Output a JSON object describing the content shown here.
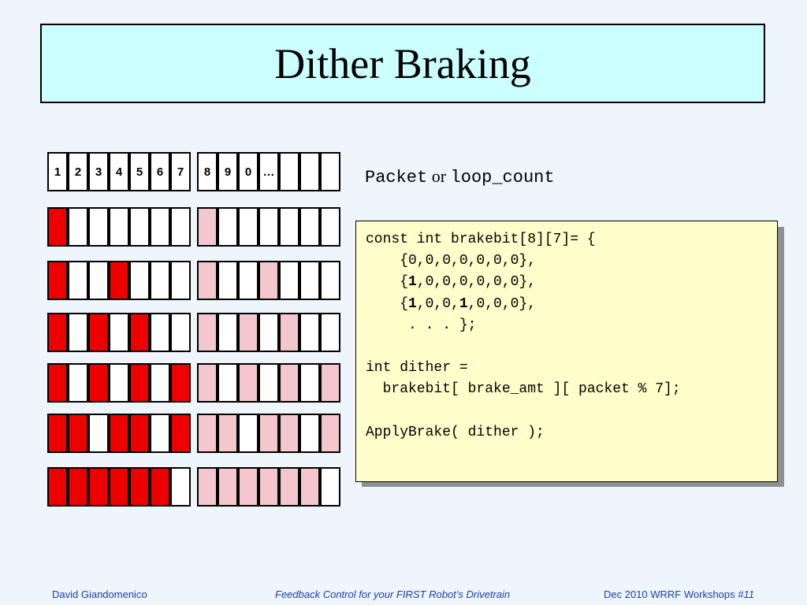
{
  "title": "Dither Braking",
  "header_cells": [
    "1",
    "2",
    "3",
    "4",
    "5",
    "6",
    "7",
    "8",
    "9",
    "0",
    "…",
    "",
    "",
    ""
  ],
  "pattern_rows": [
    [
      1,
      0,
      0,
      0,
      0,
      0,
      0
    ],
    [
      1,
      0,
      0,
      1,
      0,
      0,
      0
    ],
    [
      1,
      0,
      1,
      0,
      1,
      0,
      0
    ],
    [
      1,
      0,
      1,
      0,
      1,
      0,
      1
    ],
    [
      1,
      1,
      0,
      1,
      1,
      0,
      1
    ],
    [
      1,
      1,
      1,
      1,
      1,
      1,
      0
    ]
  ],
  "label": {
    "packet": "Packet",
    "or": " or ",
    "loop_count": "loop_count"
  },
  "code": {
    "line1": "const int brakebit[8][7]= {",
    "row0": "    {0,0,0,0,0,0,0},",
    "row1_open": "    {",
    "row1_bold": "1",
    "row1_rest": ",0,0,0,0,0,0},",
    "row2_open": "    {",
    "row2_bold1": "1",
    "row2_mid": ",0,0,",
    "row2_bold2": "1",
    "row2_rest": ",0,0,0},",
    "ellipsis": "     . . . };",
    "blank1": "",
    "line_int": "int dither =",
    "line_index": "  brakebit[ brake_amt ][ packet % 7];",
    "blank2": "",
    "line_apply": "ApplyBrake( dither );"
  },
  "footer": {
    "author": "David  Giandomenico",
    "talk_title": "Feedback Control for your FIRST Robot’s Drivetrain",
    "event": "Dec 2010 WRRF Workshops  ",
    "slide_number": "#11"
  },
  "colors": {
    "title_bg": "#ccffff",
    "on": "#ee0000",
    "pale_on": "#f4c7cf",
    "code_bg": "#ffffcc",
    "footer_text": "#1a3fae",
    "slide_bg": "#eef5fb"
  }
}
